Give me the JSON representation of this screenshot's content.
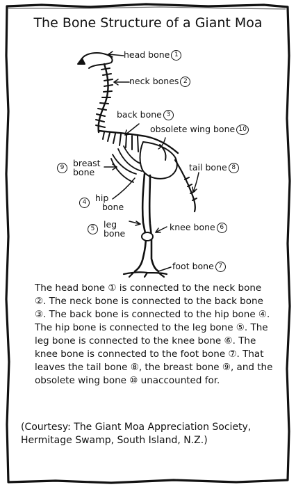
{
  "title": "The Bone Structure of a Giant Moa",
  "labels": {
    "head": {
      "text": "head bone",
      "num": "1"
    },
    "neck": {
      "text": "neck bones",
      "num": "2"
    },
    "back": {
      "text": "back bone",
      "num": "3"
    },
    "wing": {
      "text": "obsolete wing bone",
      "num": "10"
    },
    "breast": {
      "line1": "breast",
      "line2": "bone",
      "num": "9"
    },
    "tail": {
      "text": "tail bone",
      "num": "8"
    },
    "hip": {
      "text": "hip bone",
      "line1": "hip",
      "line2": "bone",
      "num": "4"
    },
    "leg": {
      "line1": "leg",
      "line2": "bone",
      "num": "5"
    },
    "knee": {
      "text": "knee bone",
      "num": "6"
    },
    "foot": {
      "text": "foot bone",
      "num": "7"
    }
  },
  "body_text": "The head bone ① is connected to the neck bone ②. The neck bone is connected to the back bone ③. The back bone is connected to the hip bone ④. The hip bone is connected to the leg bone ⑤. The leg bone is connected to the knee bone ⑥. The knee bone is connected to the foot bone ⑦. That leaves the tail bone ⑧, the breast bone ⑨, and the obsolete wing bone ⑩ unaccounted for.",
  "credit": "(Courtesy: The Giant Moa Appreciation Society, Hermitage Swamp, South Island, N.Z.)"
}
